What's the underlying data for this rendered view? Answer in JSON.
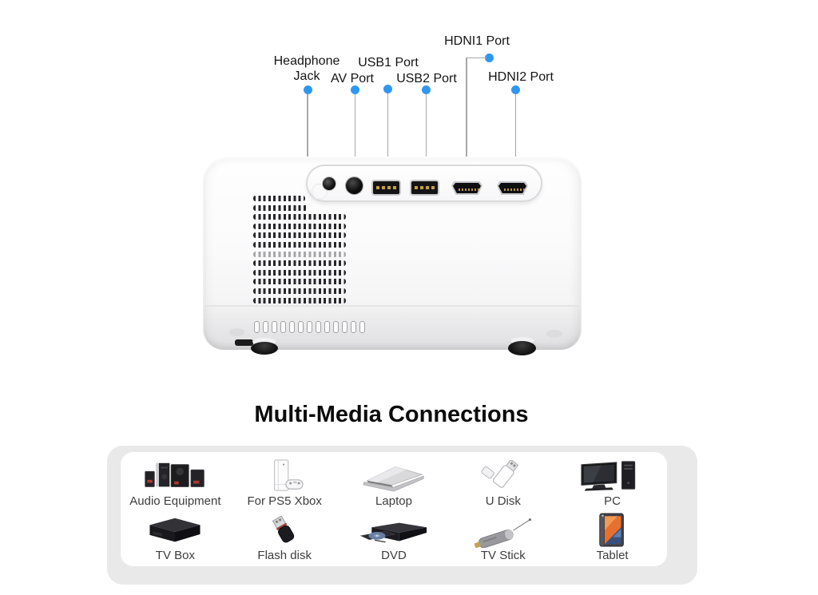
{
  "callouts": [
    {
      "id": "headphone-jack",
      "label": "Headphone\nJack"
    },
    {
      "id": "av-port",
      "label": "AV Port"
    },
    {
      "id": "usb1-port",
      "label": "USB1 Port"
    },
    {
      "id": "usb2-port",
      "label": "USB2 Port"
    },
    {
      "id": "hdmi1-port",
      "label": "HDNI1 Port"
    },
    {
      "id": "hdmi2-port",
      "label": "HDNI2 Port"
    }
  ],
  "section": {
    "heading": "Multi-Media Connections"
  },
  "devices": {
    "row1": [
      {
        "label": "Audio Equipment",
        "icon": "audio-equipment-icon"
      },
      {
        "label": "For PS5 Xbox",
        "icon": "game-console-icon"
      },
      {
        "label": "Laptop",
        "icon": "laptop-icon"
      },
      {
        "label": "U Disk",
        "icon": "u-disk-icon"
      },
      {
        "label": "PC",
        "icon": "pc-icon"
      }
    ],
    "row2": [
      {
        "label": "TV Box",
        "icon": "tv-box-icon"
      },
      {
        "label": "Flash disk",
        "icon": "flash-disk-icon"
      },
      {
        "label": "DVD",
        "icon": "dvd-player-icon"
      },
      {
        "label": "TV Stick",
        "icon": "tv-stick-icon"
      },
      {
        "label": "Tablet",
        "icon": "tablet-icon"
      }
    ]
  },
  "colors": {
    "callout_dot": "#2f97f1",
    "leader_line": "#a8a8a8",
    "panel_background": "#e9e9ea",
    "card_background": "#ffffff",
    "heading_text": "#0b0b0b",
    "device_label_text": "#3d3d3d",
    "callout_text": "#141414"
  }
}
